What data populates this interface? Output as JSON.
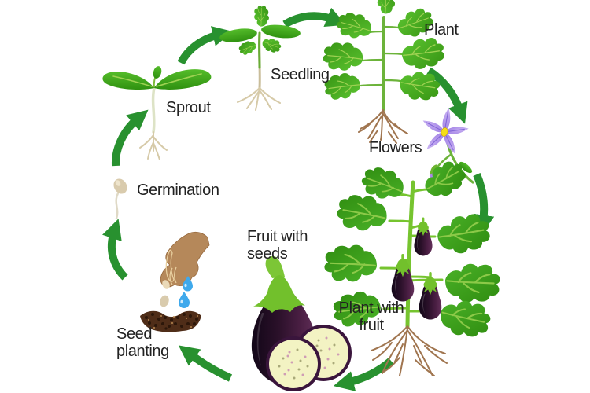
{
  "diagram": {
    "subject": "eggplant plant growth cycle",
    "stages": [
      {
        "id": "seed-planting",
        "label": "Seed planting"
      },
      {
        "id": "germination",
        "label": "Germination"
      },
      {
        "id": "sprout",
        "label": "Sprout"
      },
      {
        "id": "seedling",
        "label": "Seedling"
      },
      {
        "id": "plant",
        "label": "Plant"
      },
      {
        "id": "flowers",
        "label": "Flowers"
      },
      {
        "id": "plant-with-fruit",
        "label": "Plant with fruit"
      },
      {
        "id": "fruit-with-seeds",
        "label": "Fruit with seeds"
      }
    ],
    "arrows": [
      {
        "from": "seed-planting",
        "to": "germination"
      },
      {
        "from": "germination",
        "to": "sprout"
      },
      {
        "from": "sprout",
        "to": "seedling"
      },
      {
        "from": "seedling",
        "to": "plant"
      },
      {
        "from": "plant",
        "to": "flowers"
      },
      {
        "from": "flowers",
        "to": "plant-with-fruit"
      },
      {
        "from": "plant-with-fruit",
        "to": "fruit-with-seeds"
      },
      {
        "from": "fruit-with-seeds",
        "to": "seed-planting"
      }
    ]
  },
  "colors": {
    "background": "#ffffff",
    "text": "#222222",
    "arrow_green": "#28912f",
    "leaf_green": "#4aaf24",
    "stem_green": "#6cb33a",
    "bright_stem": "#76c42f",
    "calyx_green": "#72c02c",
    "eggplant_dark": "#1d0b1f",
    "eggplant_light": "#5e2b55",
    "flower_purple": "#a885e6",
    "flower_center": "#f4de16",
    "hand_brown": "#b5885a",
    "soil_brown": "#4f2d18",
    "water_blue": "#3fa9ec",
    "seed_beige": "#d9cbad",
    "root_tan": "#d6caa8",
    "root_brown": "#a0754f"
  }
}
